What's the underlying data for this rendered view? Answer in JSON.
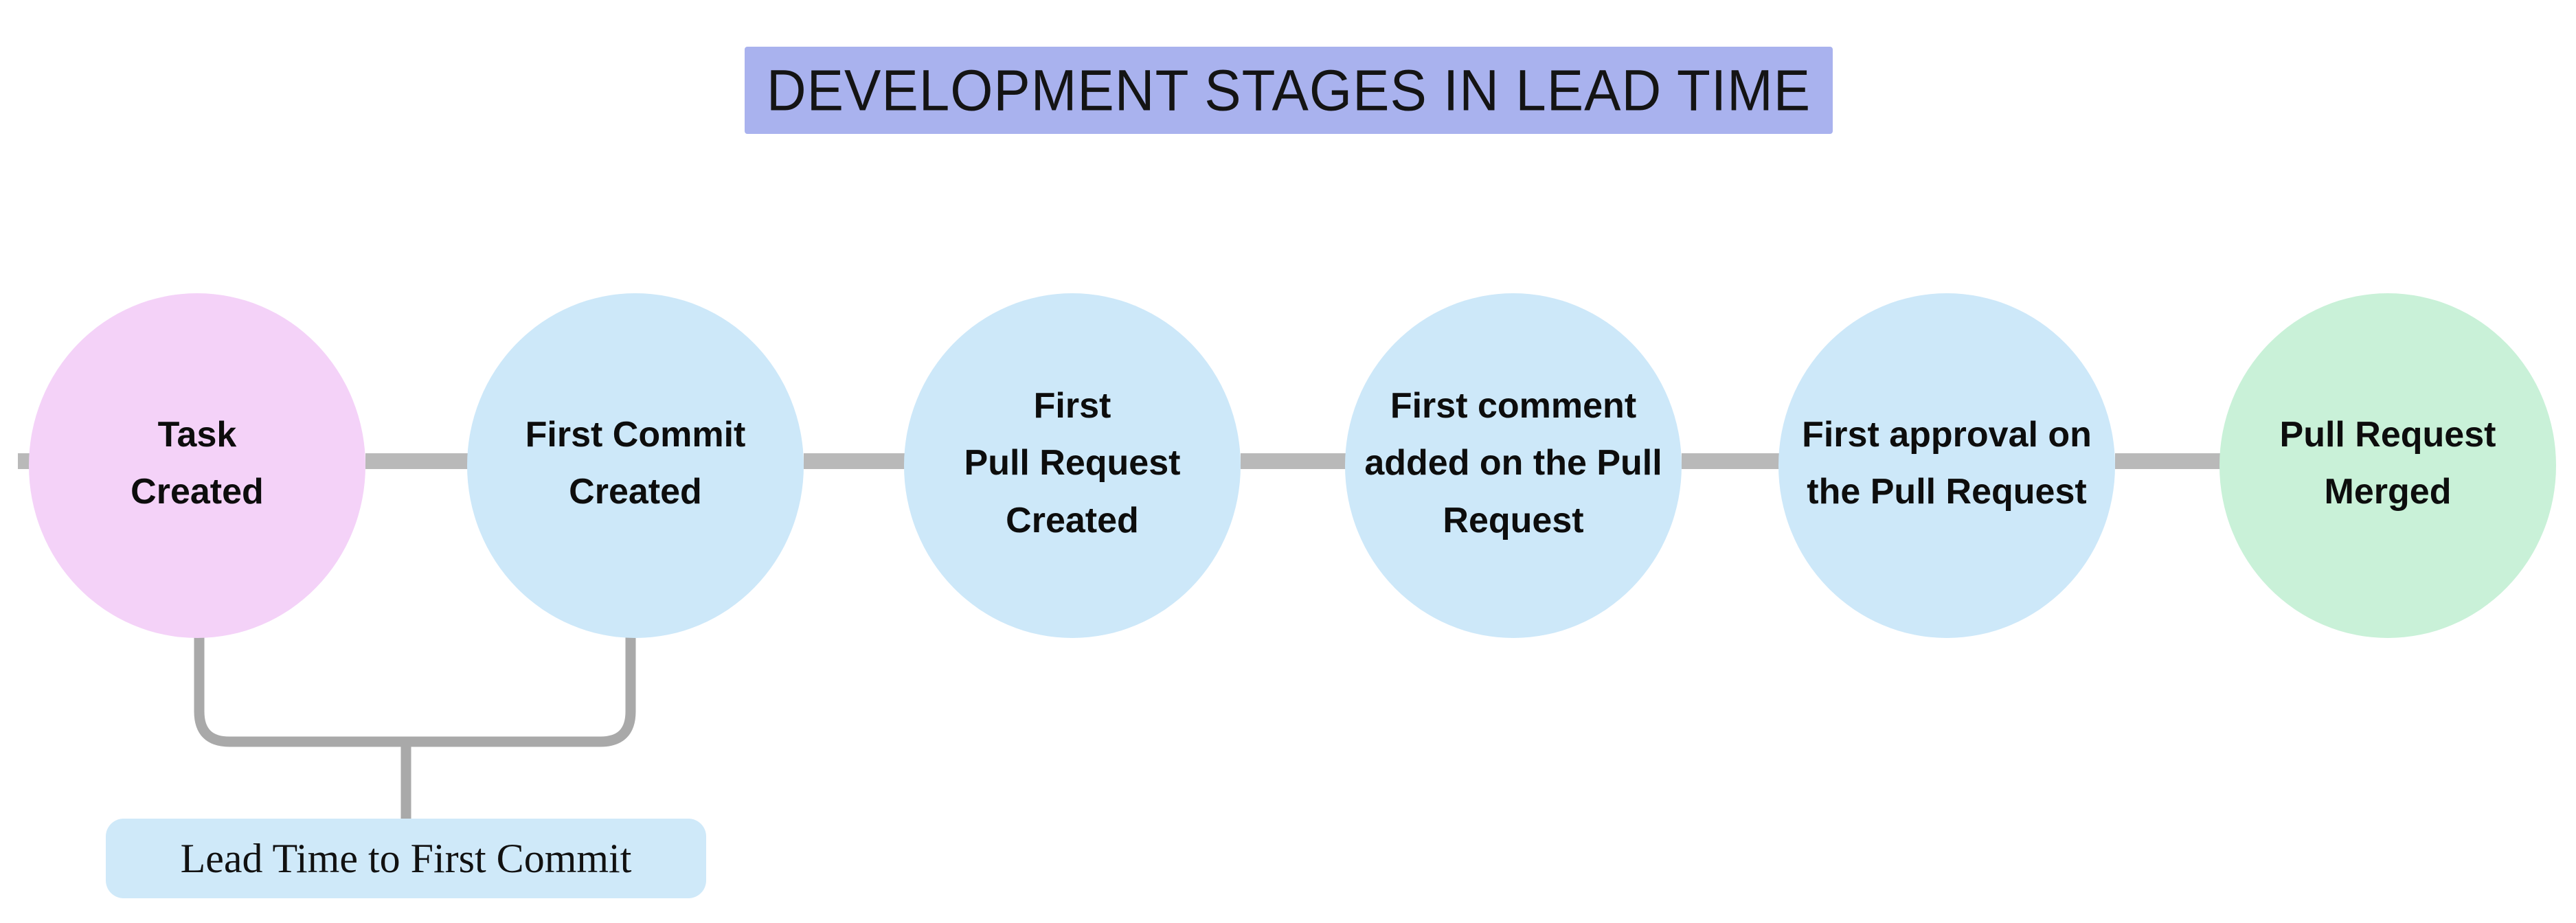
{
  "title": {
    "text": "DEVELOPMENT STAGES IN LEAD TIME",
    "bg": "#a9b2ee"
  },
  "stages": [
    {
      "label": "Task\nCreated",
      "color": "#f4d2f8"
    },
    {
      "label": "First Commit\nCreated",
      "color": "#cde8f9"
    },
    {
      "label": "First\nPull Request\nCreated",
      "color": "#cde8f9"
    },
    {
      "label": "First comment\nadded on the Pull\nRequest",
      "color": "#cde8f9"
    },
    {
      "label": "First approval on\nthe Pull Request",
      "color": "#cde8f9"
    },
    {
      "label": "Pull Request\nMerged",
      "color": "#c9f1d8"
    }
  ],
  "annotation": {
    "label": "Lead Time to First Commit",
    "bg": "#cfe9f9"
  },
  "connector_color": "#b9b9b9",
  "bracket_color": "#a9a9a9"
}
